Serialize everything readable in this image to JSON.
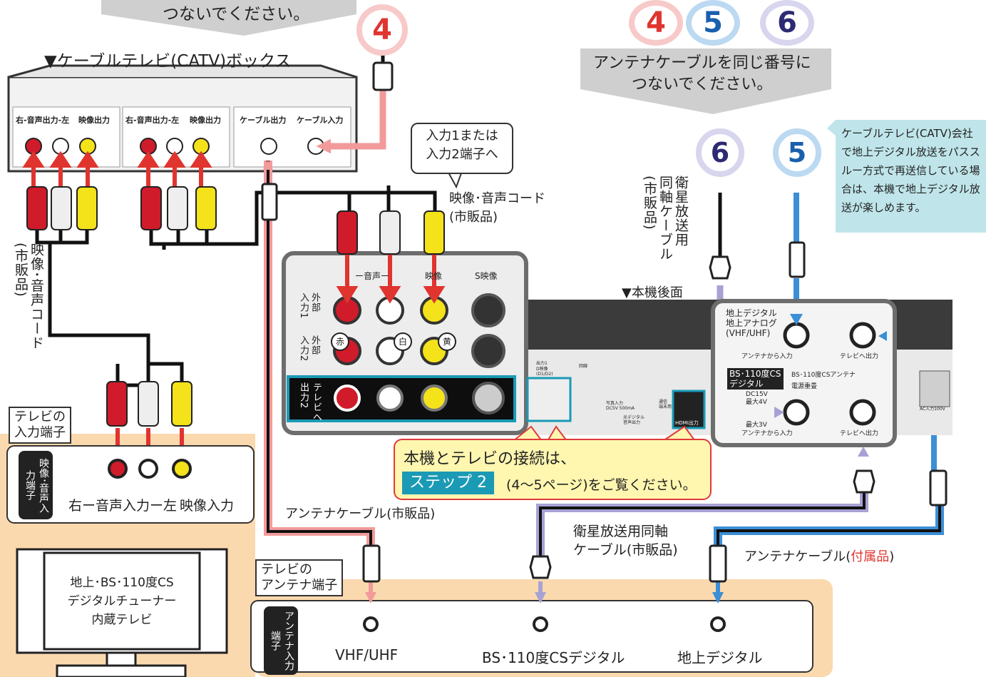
{
  "top_banner_left": "つないでください。",
  "catv_box_title": "▼ケーブルテレビ(CATV)ボックス",
  "catv_labels": {
    "audio_out_1": "右-音声出力-左",
    "video_out_1": "映像出力",
    "audio_out_2": "右-音声出力-左",
    "video_out_2": "映像出力",
    "cable_out": "ケーブル出力",
    "cable_in": "ケーブル入力"
  },
  "colors": {
    "red": "赤",
    "white": "白",
    "yellow": "黄"
  },
  "number_badges": {
    "n4": "4",
    "n5": "5",
    "n6": "6"
  },
  "right_banner": {
    "line1": "アンテナケーブルを同じ番号に",
    "line2": "つないでください。"
  },
  "callout_input": {
    "line1": "入力1または",
    "line2": "入力2端子へ"
  },
  "av_cord_label": {
    "line1": "映像･音声コード",
    "line2": "(市販品)"
  },
  "left_cord_label": "映像･音声コード\n(市販品)",
  "sat_cable_vertical": "衛星放送用\n同軸ケーブル\n(市販品)",
  "info_note": "ケーブルテレビ(CATV)会社で地上デジタル放送をパススルー方式で再送信している場合は、本機で地上デジタル放送が楽しめます。",
  "rear_panel_title": "▼本機後面",
  "front_panel": {
    "audio_header": "ー音声ー",
    "video_header": "映像",
    "s_video": "S映像",
    "input1": "入力1",
    "input1_ext": "外部",
    "input2": "入力2",
    "input2_ext": "外部",
    "out2": "出力2",
    "tv_dir": "テレビへ"
  },
  "rear_panel": {
    "terr_label": "地上デジタル\n地上アナログ\n(VHF/UHF)",
    "from_antenna": "アンテナから入力",
    "to_tv": "テレビへ出力",
    "bs_label": "BS･110度CS\nデジタル",
    "bs_antenna": "BS･110度CSアンテナ",
    "power": "電源重畳",
    "dc15": "DC15V\n最大4V",
    "max3": "最大3V",
    "from_antenna2": "アンテナから入力",
    "to_tv2": "テレビへ出力",
    "hdmi": "HDMI出力",
    "ac": "AC入力100V",
    "out1": "出力1",
    "d_video": "D映像\n(D1/D2)",
    "lan": "回線",
    "photo": "写真入力\nDC5V 500mA",
    "optical": "光デジタル\n音声出力",
    "comm": "通信\n端末用"
  },
  "callout_main": {
    "line1": "本機とテレビの接続は、",
    "step": "ステップ 2",
    "pages": "(4〜5ページ)をご覧ください。"
  },
  "tv_input_tag": {
    "line1": "テレビの",
    "line2": "入力端子"
  },
  "tv_input_panel": {
    "vertical_tag": "映像･音声入力端子",
    "audio_in": "右ー音声入力ー左",
    "video_in": "映像入力"
  },
  "antenna_cable_label": "アンテナケーブル(市販品)",
  "sat_cable_label": {
    "line1": "衛星放送用同軸",
    "line2": "ケーブル(市販品)"
  },
  "antenna_cable_included": {
    "prefix": "アンテナケーブル(",
    "highlight": "付属品",
    "suffix": ")"
  },
  "tv_antenna_tag": {
    "line1": "テレビの",
    "line2": "アンテナ端子"
  },
  "tv_antenna_panel": {
    "vertical_tag": "アンテナ入力端子",
    "vhf": "VHF/UHF",
    "bs": "BS･110度CSデジタル",
    "terr": "地上デジタル"
  },
  "tv_screen": {
    "line1": "地上･BS･110度CS",
    "line2": "デジタルチューナー",
    "line3": "内蔵テレビ"
  },
  "palette": {
    "pink": "#f29a9a",
    "blue": "#3b8fd6",
    "purple": "#a7a2d4",
    "red_arrow": "#e0342f",
    "orange": "#fbd9ae",
    "teal": "#1a9ab5"
  }
}
